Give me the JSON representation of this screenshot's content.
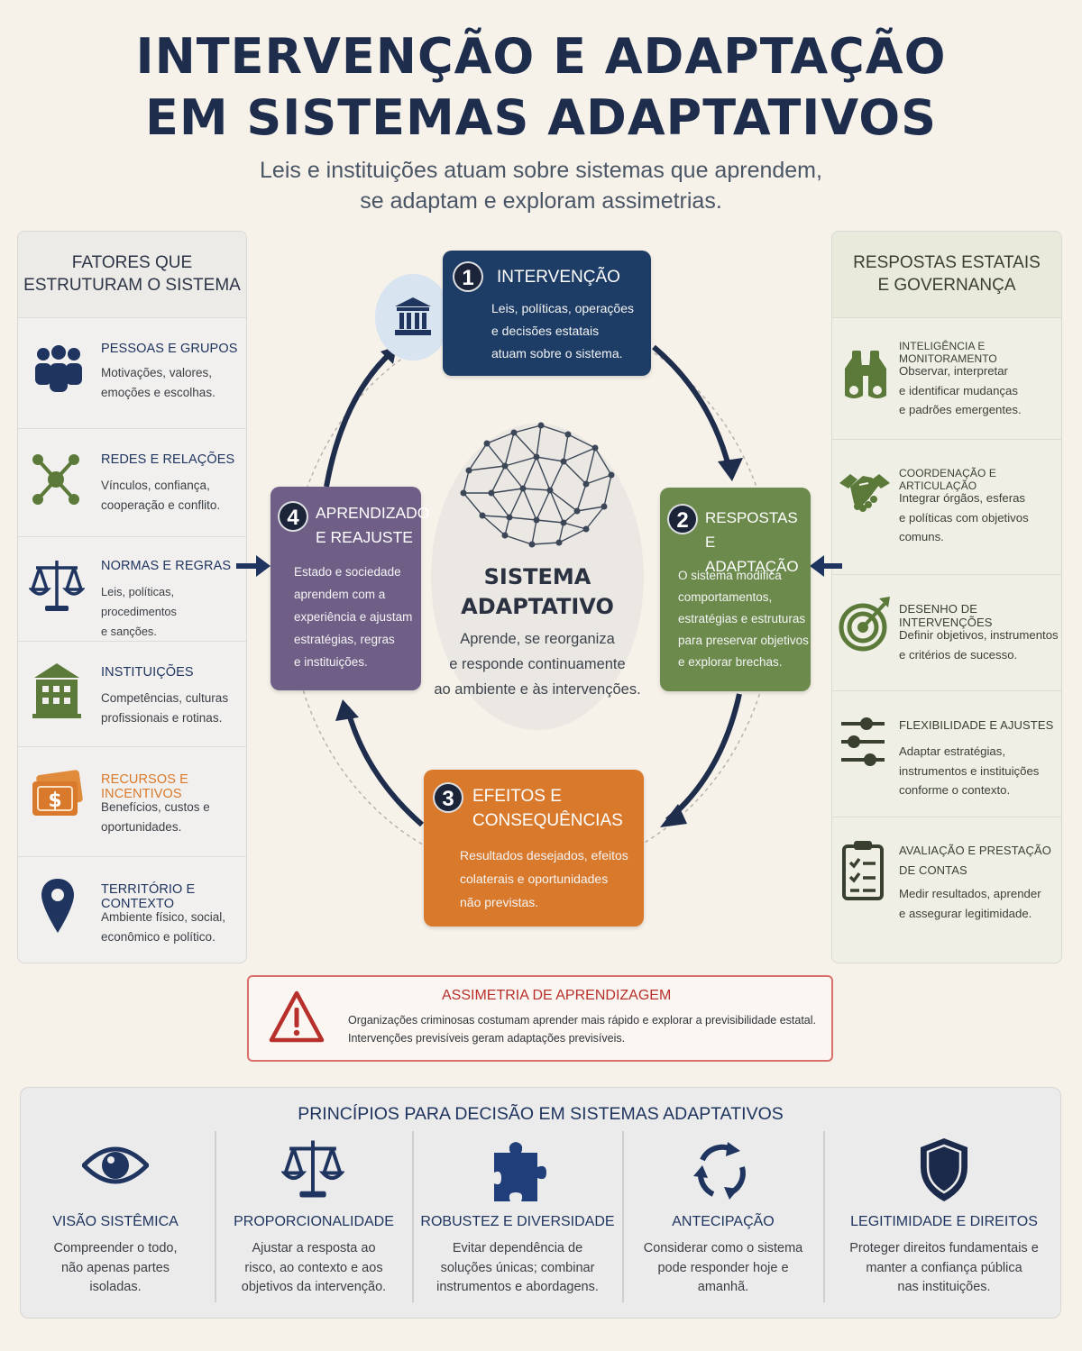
{
  "header": {
    "title_line1": "INTERVENÇÃO E ADAPTAÇÃO",
    "title_line2": "EM SISTEMAS ADAPTATIVOS",
    "subtitle_line1": "Leis e instituições atuam sobre sistemas que aprendem,",
    "subtitle_line2": "se adaptam e exploram assimetrias."
  },
  "left_panel": {
    "title": "FATORES QUE\nESTRUTURAM O SISTEMA",
    "items": [
      {
        "title": "PESSOAS E GRUPOS",
        "desc": "Motivações, valores,\nemoções e escolhas.",
        "icon": "people-icon"
      },
      {
        "title": "REDES E RELAÇÕES",
        "desc": "Vínculos, confiança,\ncooperação e conflito.",
        "icon": "network-icon"
      },
      {
        "title": "NORMAS E REGRAS",
        "desc": "Leis, políticas, procedimentos\ne sanções.",
        "icon": "scales-icon"
      },
      {
        "title": "INSTITUIÇÕES",
        "desc": "Competências, culturas\nprofissionais e rotinas.",
        "icon": "building-icon"
      },
      {
        "title": "RECURSOS E INCENTIVOS",
        "desc": "Benefícios, custos e\noportunidades.",
        "icon": "money-icon"
      },
      {
        "title": "TERRITÓRIO E CONTEXTO",
        "desc": "Ambiente físico, social,\neconômico e político.",
        "icon": "location-pin-icon"
      }
    ]
  },
  "right_panel": {
    "title": "RESPOSTAS ESTATAIS\nE GOVERNANÇA",
    "items": [
      {
        "title": "INTELIGÊNCIA E MONITORAMENTO",
        "desc": "Observar, interpretar\ne identificar mudanças\ne padrões emergentes.",
        "icon": "binoculars-icon"
      },
      {
        "title": "COORDENAÇÃO E ARTICULAÇÃO",
        "desc": "Integrar órgãos, esferas\ne políticas com objetivos\ncomuns.",
        "icon": "handshake-icon"
      },
      {
        "title": "DESENHO DE INTERVENÇÕES",
        "desc": "Definir objetivos, instrumentos\ne critérios de sucesso.",
        "icon": "target-icon"
      },
      {
        "title": "FLEXIBILIDADE E AJUSTES",
        "desc": "Adaptar estratégias,\ninstrumentos e instituições\nconforme o contexto.",
        "icon": "sliders-icon"
      },
      {
        "title": "AVALIAÇÃO E PRESTAÇÃO\nDE CONTAS",
        "desc": "Medir resultados, aprender\ne assegurar legitimidade.",
        "icon": "clipboard-icon"
      }
    ]
  },
  "cycle": {
    "center_title": "SISTEMA\nADAPTATIVO",
    "center_desc": "Aprende, se reorganiza\ne responde continuamente\nao ambiente e às intervenções.",
    "steps": [
      {
        "num": "1",
        "title": "INTERVENÇÃO",
        "desc": "Leis, políticas, operações\ne decisões estatais\natuam sobre o sistema.",
        "color": "#1d3d66"
      },
      {
        "num": "2",
        "title": "RESPOSTAS E\nADAPTAÇÃO",
        "desc": "O sistema modifica\ncomportamentos,\nestratégias e estruturas\npara preservar objetivos\ne explorar brechas.",
        "color": "#6b8a4c"
      },
      {
        "num": "3",
        "title": "EFEITOS E\nCONSEQUÊNCIAS",
        "desc": "Resultados desejados, efeitos\ncolaterais e oportunidades\nnão previstas.",
        "color": "#d9792c"
      },
      {
        "num": "4",
        "title": "APRENDIZADO\nE REAJUSTE",
        "desc": "Estado e sociedade\naprendem com a\nexperiência e ajustam\nestratégias, regras\ne instituições.",
        "color": "#6f5f87"
      }
    ]
  },
  "warning": {
    "title": "ASSIMETRIA DE APRENDIZAGEM",
    "line1": "Organizações criminosas costumam aprender mais rápido e explorar a previsibilidade estatal.",
    "line2": "Intervenções previsíveis geram adaptações previsíveis."
  },
  "principles": {
    "title": "PRINCÍPIOS PARA DECISÃO EM SISTEMAS ADAPTATIVOS",
    "items": [
      {
        "title": "VISÃO SISTÊMICA",
        "desc": "Compreender o todo,\nnão apenas partes\nisoladas.",
        "icon": "eye-icon"
      },
      {
        "title": "PROPORCIONALIDADE",
        "desc": "Ajustar a resposta ao\nrisco, ao contexto e aos\nobjetivos da intervenção.",
        "icon": "scales-icon"
      },
      {
        "title": "ROBUSTEZ E DIVERSIDADE",
        "desc": "Evitar dependência de\nsoluções únicas; combinar\ninstrumentos e abordagens.",
        "icon": "puzzle-icon"
      },
      {
        "title": "ANTECIPAÇÃO",
        "desc": "Considerar como o sistema\npode responder hoje e\namanhã.",
        "icon": "cycle-arrows-icon"
      },
      {
        "title": "LEGITIMIDADE E DIREITOS",
        "desc": "Proteger direitos fundamentais e\nmanter a confiança pública\nnas instituições.",
        "icon": "shield-icon"
      }
    ]
  }
}
